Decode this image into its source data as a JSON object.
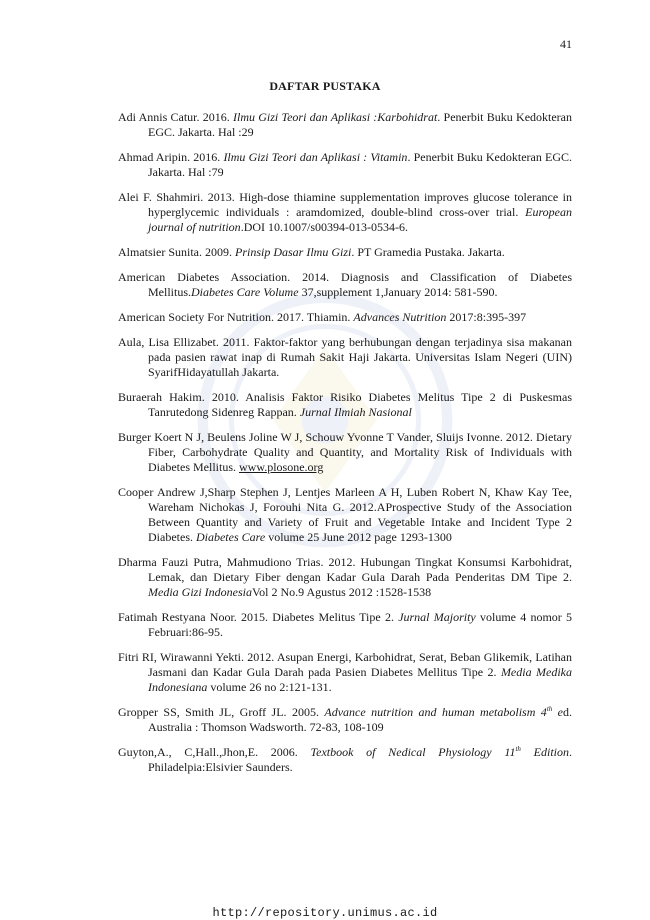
{
  "page_number": "41",
  "title": "DAFTAR PUSTAKA",
  "references": [
    [
      {
        "t": "Adi Annis Catur. 2016. "
      },
      {
        "t": "Ilmu Gizi Teori dan Aplikasi :Karbohidrat",
        "i": true
      },
      {
        "t": ". Penerbit Buku Kedokteran EGC. Jakarta. Hal :29"
      }
    ],
    [
      {
        "t": "Ahmad Aripin. 2016. "
      },
      {
        "t": "Ilmu Gizi Teori dan Aplikasi : Vitamin",
        "i": true
      },
      {
        "t": ". Penerbit Buku Kedokteran EGC. Jakarta. Hal :79"
      }
    ],
    [
      {
        "t": "Alei F. Shahmiri. 2013. High-dose thiamine supplementation improves glucose tolerance in hyperglycemic individuals : aramdomized, double-blind cross-over trial. "
      },
      {
        "t": "European journal of nutrition",
        "i": true
      },
      {
        "t": ".DOI 10.1007/s00394-013-0534-6."
      }
    ],
    [
      {
        "t": "Almatsier Sunita. 2009. "
      },
      {
        "t": "Prinsip Dasar Ilmu Gizi",
        "i": true
      },
      {
        "t": ". PT Gramedia Pustaka. Jakarta."
      }
    ],
    [
      {
        "t": "American Diabetes Association. 2014. Diagnosis and Classification of Diabetes Mellitus."
      },
      {
        "t": "Diabetes Care Volume",
        "i": true
      },
      {
        "t": " 37,supplement 1,January 2014: 581-590."
      }
    ],
    [
      {
        "t": "American Society For Nutrition. 2017. Thiamin. "
      },
      {
        "t": "Advances Nutrition",
        "i": true
      },
      {
        "t": " 2017:8:395-397"
      }
    ],
    [
      {
        "t": "Aula, Lisa Ellizabet. 2011. Faktor-faktor yang berhubungan dengan terjadinya sisa makanan pada pasien rawat inap di Rumah Sakit Haji Jakarta. Universitas Islam Negeri (UIN) SyarifHidayatullah Jakarta."
      }
    ],
    [
      {
        "t": "Buraerah Hakim. 2010. Analisis Faktor Risiko Diabetes Melitus Tipe 2 di Puskesmas Tanrutedong Sidenreg Rappan. "
      },
      {
        "t": "Jurnal Ilmiah Nasional",
        "i": true
      }
    ],
    [
      {
        "t": "Burger Koert N J, Beulens Joline W J, Schouw Yvonne T Vander, Sluijs Ivonne. 2012. Dietary Fiber, Carbohydrate Quality and Quantity, and Mortality Risk of Individuals with Diabetes Mellitus. "
      },
      {
        "t": "www.plosone.org",
        "u": true
      }
    ],
    [
      {
        "t": "Cooper Andrew J,Sharp Stephen  J, Lentjes Marleen A H, Luben Robert N, Khaw Kay Tee, Wareham Nichokas J, Forouhi Nita G.  2012.AProspective Study of the Association Between Quantity and Variety of Fruit and Vegetable Intake and Incident Type 2 Diabetes. "
      },
      {
        "t": "Diabetes Care",
        "i": true
      },
      {
        "t": " volume 25 June 2012 page 1293-1300"
      }
    ],
    [
      {
        "t": "Dharma Fauzi Putra, Mahmudiono Trias. 2012. Hubungan Tingkat Konsumsi Karbohidrat, Lemak, dan Dietary Fiber dengan Kadar Gula Darah Pada Penderitas DM Tipe 2. "
      },
      {
        "t": "Media Gizi Indonesia",
        "i": true
      },
      {
        "t": "Vol 2 No.9 Agustus 2012 :1528-1538"
      }
    ],
    [
      {
        "t": "Fatimah Restyana Noor. 2015. Diabetes Melitus Tipe 2. "
      },
      {
        "t": "Jurnal Majority",
        "i": true
      },
      {
        "t": " volume 4 nomor 5 Februari:86-95."
      }
    ],
    [
      {
        "t": "Fitri RI, Wirawanni Yekti. 2012. Asupan Energi, Karbohidrat, Serat, Beban Glikemik, Latihan Jasmani dan Kadar Gula Darah pada Pasien Diabetes Mellitus Tipe 2. "
      },
      {
        "t": "Media Medika Indonesiana",
        "i": true
      },
      {
        "t": " volume 26 no 2:121-131."
      }
    ],
    [
      {
        "t": "Gropper SS, Smith JL, Groff JL. 2005. "
      },
      {
        "t": "Advance nutrition and human metabolism 4",
        "i": true
      },
      {
        "t": "th",
        "i": true,
        "sup": true
      },
      {
        "t": " e",
        "i": true
      },
      {
        "t": "d. Australia : Thomson Wadsworth. 72-83, 108-109"
      }
    ],
    [
      {
        "t": "Guyton,A., C,Hall.,Jhon,E. 2006. "
      },
      {
        "t": "Textbook of Nedical Physiology 11",
        "i": true
      },
      {
        "t": "th",
        "i": true,
        "sup": true
      },
      {
        "t": " Edition",
        "i": true
      },
      {
        "t": ". Philadelpia:Elsivier Saunders."
      }
    ]
  ],
  "footer_url": "http://repository.unimus.ac.id"
}
